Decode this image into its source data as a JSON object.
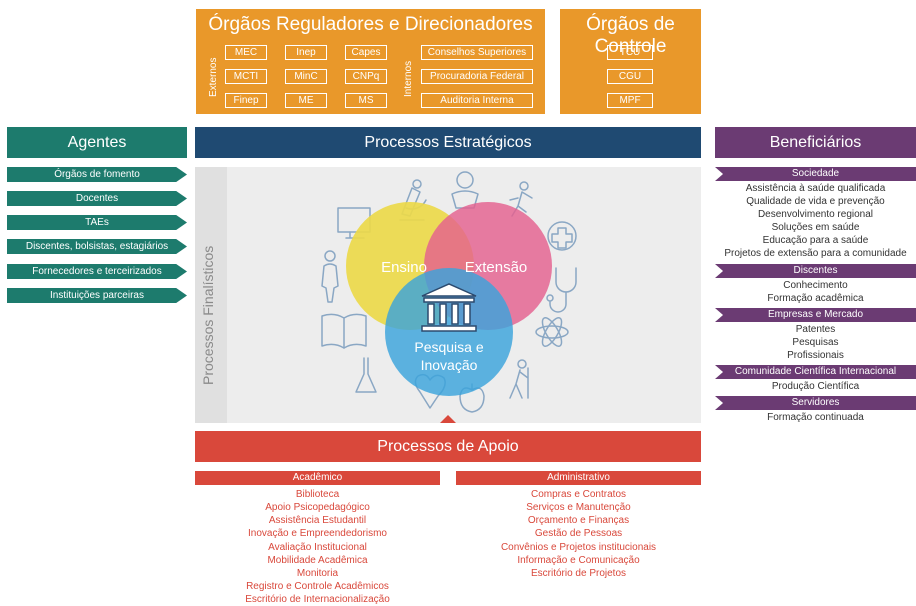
{
  "reguladores": {
    "title": "Órgãos Reguladores e Direcionadores",
    "externos_label": "Externos",
    "internos_label": "Internos",
    "externos": [
      "MEC",
      "Inep",
      "Capes",
      "MCTI",
      "MinC",
      "CNPq",
      "Finep",
      "ME",
      "MS"
    ],
    "internos": [
      "Conselhos Superiores",
      "Procuradoria Federal",
      "Auditoria Interna"
    ]
  },
  "controle": {
    "title": "Órgãos de Controle",
    "items": [
      "TCU",
      "CGU",
      "MPF"
    ]
  },
  "agentes": {
    "title": "Agentes",
    "items": [
      "Órgãos de fomento",
      "Docentes",
      "TAEs",
      "Discentes, bolsistas, estagiários",
      "Fornecedores e terceirizados",
      "Instituições parceiras"
    ]
  },
  "estrategicos": {
    "title": "Processos Estratégicos"
  },
  "finalisticos": {
    "title": "Processos Finalísticos",
    "ensino": "Ensino",
    "extensao": "Extensão",
    "pesquisa_line1": "Pesquisa e",
    "pesquisa_line2": "Inovação"
  },
  "beneficiarios": {
    "title": "Beneficiários",
    "groups": [
      {
        "label": "Sociedade",
        "items": [
          "Assistência à saúde qualificada",
          "Qualidade de vida e prevenção",
          "Desenvolvimento regional",
          "Soluções em saúde",
          "Educação para a saúde",
          "Projetos de extensão para a comunidade"
        ]
      },
      {
        "label": "Discentes",
        "items": [
          "Conhecimento",
          "Formação acadêmica"
        ]
      },
      {
        "label": "Empresas e Mercado",
        "items": [
          "Patentes",
          "Pesquisas",
          "Profissionais"
        ]
      },
      {
        "label": "Comunidade Científica Internacional",
        "items": [
          "Produção Científica"
        ]
      },
      {
        "label": "Servidores",
        "items": [
          "Formação continuada"
        ]
      }
    ]
  },
  "apoio": {
    "title": "Processos de Apoio",
    "academico": {
      "label": "Acadêmico",
      "items": [
        "Biblioteca",
        "Apoio Psicopedagógico",
        "Assistência Estudantil",
        "Inovação e Empreendedorismo",
        "Avaliação Institucional",
        "Mobilidade Acadêmica",
        "Monitoria",
        "Registro e Controle Acadêmicos",
        "Escritório de Internacionalização"
      ]
    },
    "administrativo": {
      "label": "Administrativo",
      "items": [
        "Compras e Contratos",
        "Serviços e Manutenção",
        "Orçamento e Finanças",
        "Gestão de Pessoas",
        "Convênios e Projetos institucionais",
        "Informação e Comunicação",
        "Escritório de Projetos"
      ]
    }
  },
  "colors": {
    "orange": "#e9982a",
    "teal": "#1d7b6d",
    "navy": "#1f4a72",
    "purple": "#6b3b73",
    "red": "#d9483b",
    "yellow": "#ecd94a",
    "pink": "#e4608f",
    "blue": "#3aa3dc"
  }
}
